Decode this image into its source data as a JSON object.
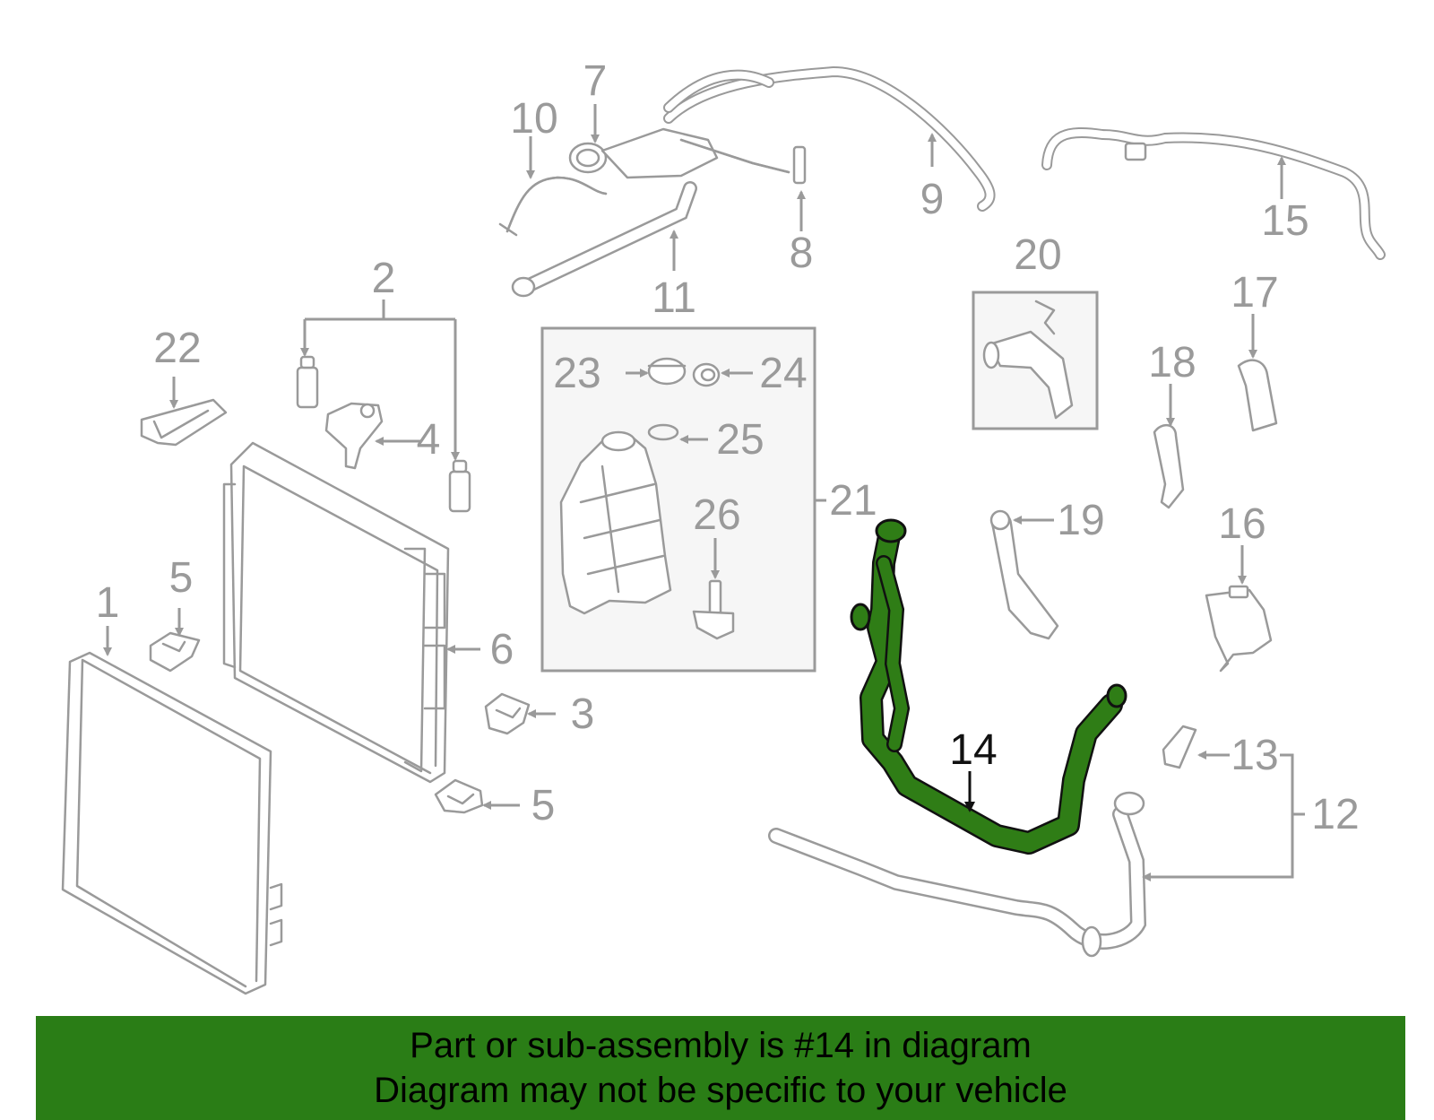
{
  "callouts": {
    "c1": "1",
    "c2": "2",
    "c3": "3",
    "c4": "4",
    "c5a": "5",
    "c5b": "5",
    "c6": "6",
    "c7": "7",
    "c8": "8",
    "c9": "9",
    "c10": "10",
    "c11": "11",
    "c12": "12",
    "c13": "13",
    "c14": "14",
    "c15": "15",
    "c16": "16",
    "c17": "17",
    "c18": "18",
    "c19": "19",
    "c20": "20",
    "c21": "21",
    "c22": "22",
    "c23": "23",
    "c24": "24",
    "c25": "25",
    "c26": "26"
  },
  "highlight": {
    "part": "14",
    "color": "#2f7d16",
    "outline": "#111111"
  },
  "colors": {
    "part_outline": "#9a9a9a",
    "banner": "#2a7d16"
  },
  "banner": {
    "line1": "Part or sub-assembly is #14 in diagram",
    "line2": "Diagram may not be specific to your vehicle"
  }
}
